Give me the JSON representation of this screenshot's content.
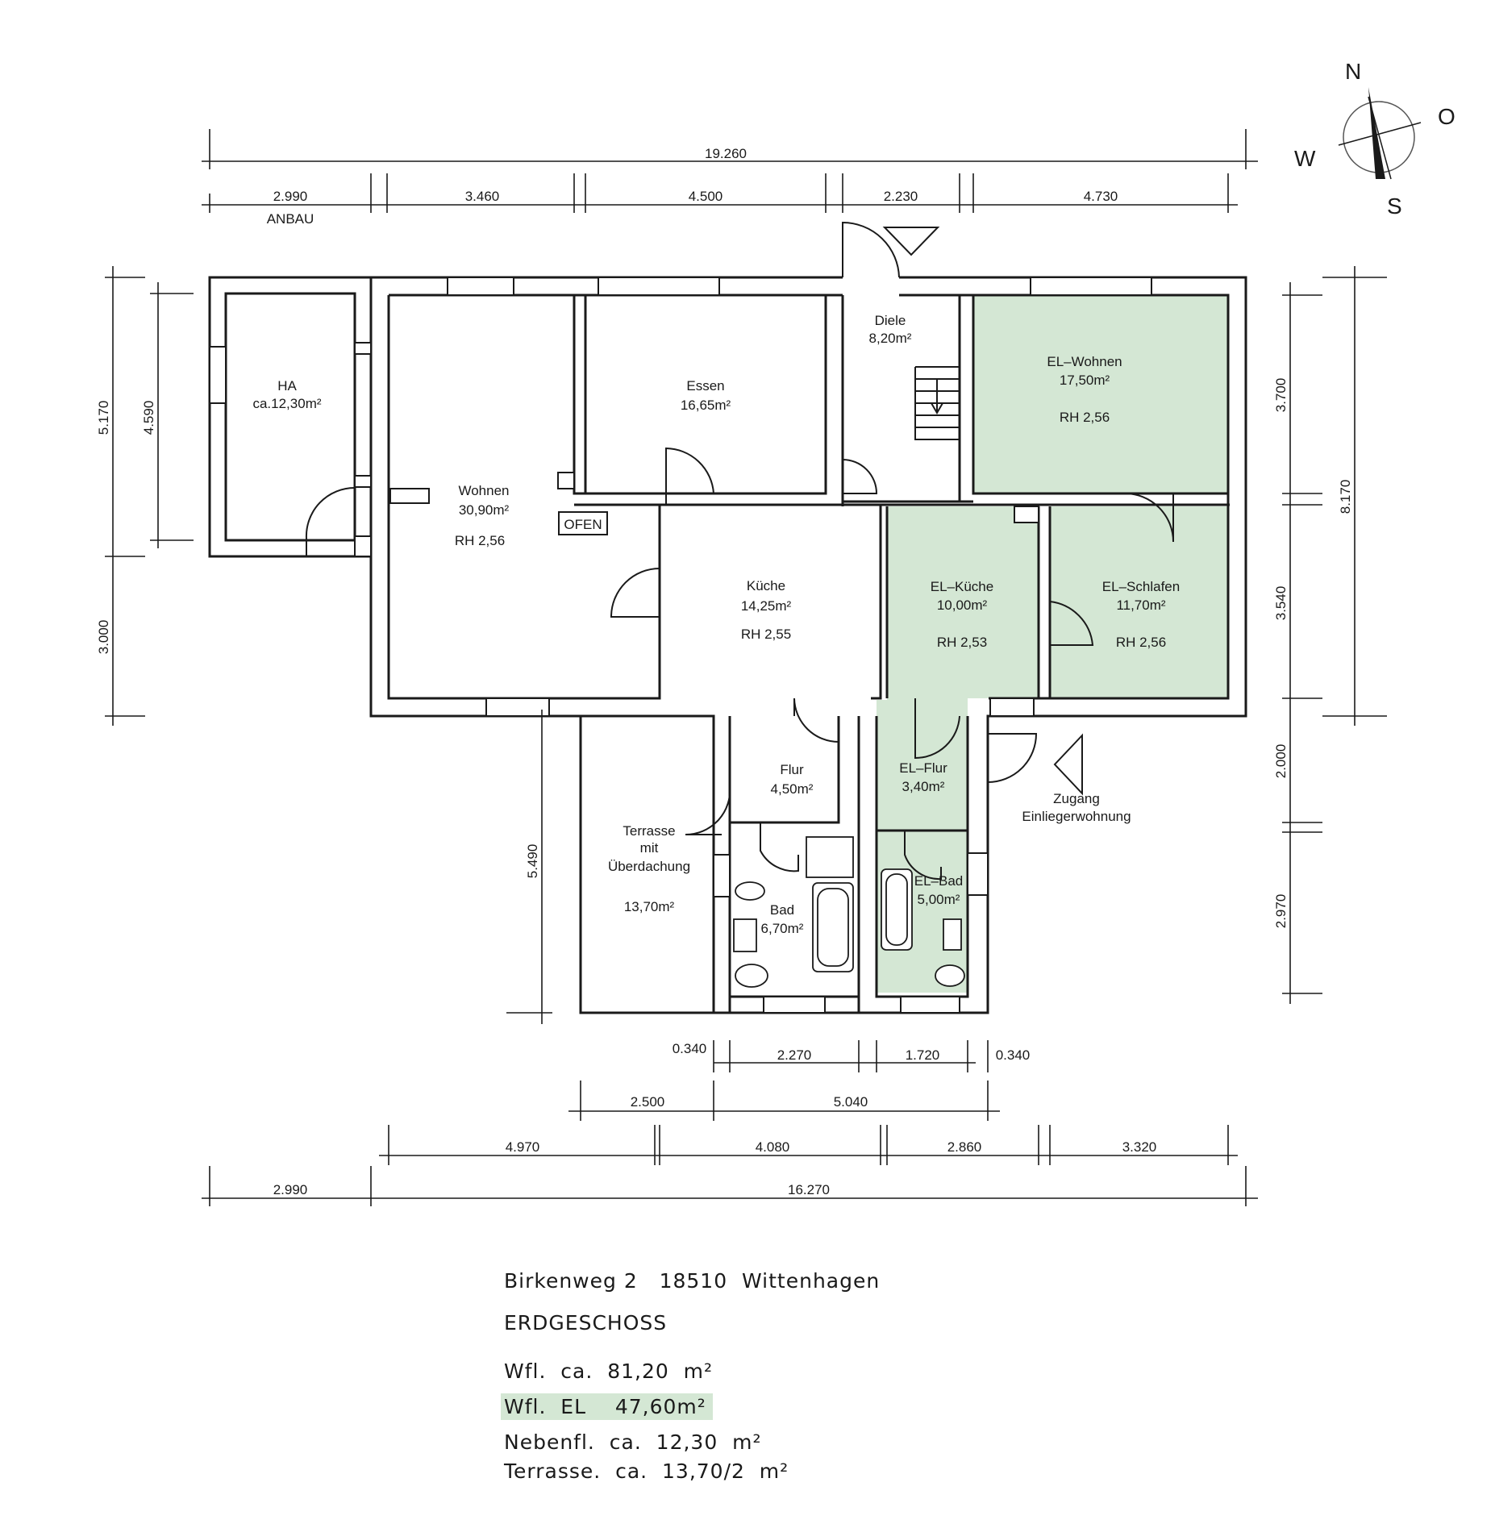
{
  "colors": {
    "el_highlight": "#d4e7d4",
    "line": "#1a1a1a"
  },
  "compass": {
    "n": "N",
    "o": "O",
    "s": "S",
    "w": "W"
  },
  "entry_symbol": "triangle-marker",
  "dimensions": {
    "top_total": "19.260",
    "top_segments": [
      "2.990",
      "3.460",
      "4.500",
      "2.230",
      "4.730"
    ],
    "anbau": "ANBAU",
    "left_outer": [
      "5.170",
      "3.000"
    ],
    "left_inner": "4.590",
    "right_outer": "8.170",
    "right_inner": [
      "3.700",
      "3.540",
      "2.000",
      "2.970"
    ],
    "terrace_depth": "5.490",
    "bottom_row1": [
      "0.340",
      "2.270",
      "1.720",
      "0.340"
    ],
    "bottom_row2": [
      "2.500",
      "5.040"
    ],
    "bottom_row3": [
      "4.970",
      "4.080",
      "2.860",
      "3.320"
    ],
    "bottom_row4": [
      "2.990",
      "16.270"
    ]
  },
  "rooms": {
    "ha": {
      "name": "HA",
      "area": "ca.12,30m²"
    },
    "essen": {
      "name": "Essen",
      "area": "16,65m²"
    },
    "diele": {
      "name": "Diele",
      "area": "8,20m²"
    },
    "wohnen": {
      "name": "Wohnen",
      "area": "30,90m²",
      "rh": "RH  2,56"
    },
    "ofen": "OFEN",
    "kueche": {
      "name": "Küche",
      "area": "14,25m²",
      "rh": "RH  2,55"
    },
    "el_wohnen": {
      "name": "EL–Wohnen",
      "area": "17,50m²",
      "rh": "RH  2,56"
    },
    "el_kueche": {
      "name": "EL–Küche",
      "area": "10,00m²",
      "rh": "RH  2,53"
    },
    "el_schlafen": {
      "name": "EL–Schlafen",
      "area": "11,70m²",
      "rh": "RH  2,56"
    },
    "flur": {
      "name": "Flur",
      "area": "4,50m²"
    },
    "el_flur": {
      "name": "EL–Flur",
      "area": "3,40m²"
    },
    "bad": {
      "name": "Bad",
      "area": "6,70m²"
    },
    "el_bad": {
      "name": "EL–Bad",
      "area": "5,00m²"
    },
    "terrasse": {
      "line1": "Terrasse",
      "line2": "mit",
      "line3": "Überdachung",
      "area": "13,70m²"
    },
    "zugang": {
      "line1": "Zugang",
      "line2": "Einliegerwohnung"
    }
  },
  "info": {
    "address": "Birkenweg 2   18510  Wittenhagen",
    "floor": "ERDGESCHOSS",
    "wfl": "Wfl.  ca.  81,20  m²",
    "wfl_el": "Wfl.  EL    47,60m²",
    "nebenfl": "Nebenfl.  ca.  12,30  m²",
    "terrasse": "Terrasse.  ca.  13,70/2  m²"
  }
}
